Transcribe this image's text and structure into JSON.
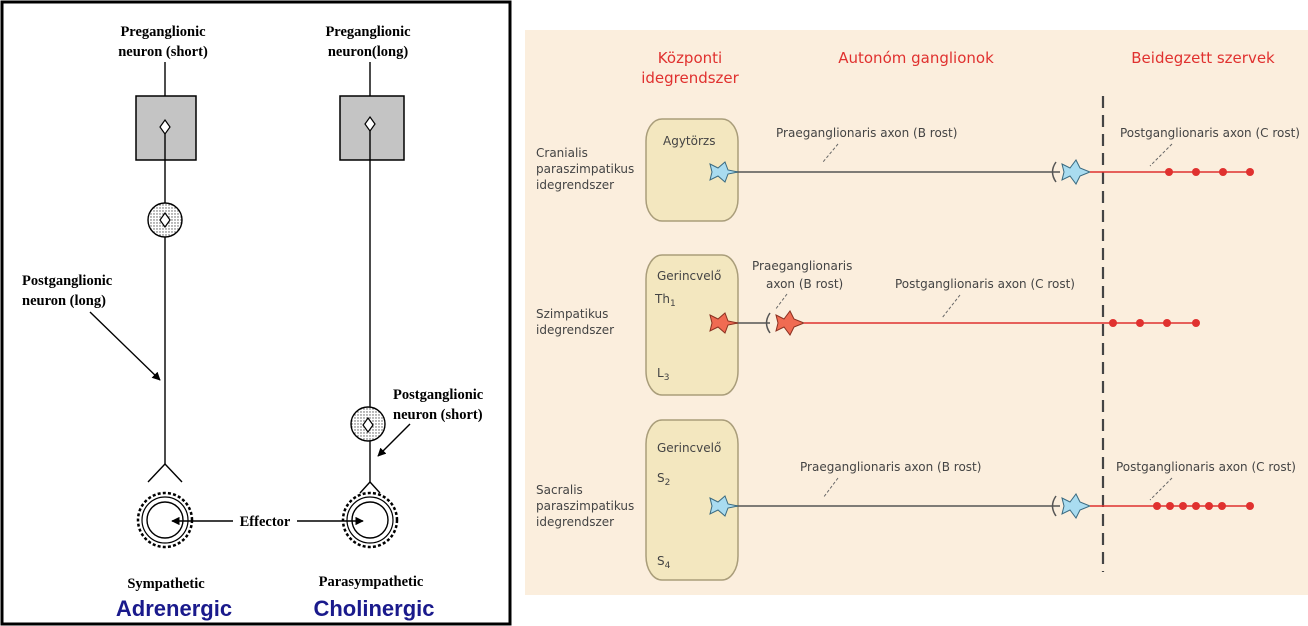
{
  "left_panel": {
    "pre_short": [
      "Preganglionic",
      "neuron (short)"
    ],
    "pre_long": [
      "Preganglionic",
      "neuron(long)"
    ],
    "post_long": [
      "Postganglionic",
      "neuron (long)"
    ],
    "post_short": [
      "Postganglionic",
      "neuron (short)"
    ],
    "effector": "Effector",
    "sympathetic": "Sympathetic",
    "parasympathetic": "Parasympathetic",
    "adrenergic": "Adrenergic",
    "cholinergic": "Cholinergic",
    "colors": {
      "box": "#c4c4c4",
      "accent": "#1a1a8c"
    }
  },
  "right_panel": {
    "headers": {
      "central": [
        "Központi",
        "idegrendszer"
      ],
      "ganglia": "Autonóm ganglionok",
      "organs": "Beidegzett szervek"
    },
    "rows": [
      {
        "system": [
          "Cranialis",
          "paraszimpatikus",
          "idegrendszer"
        ],
        "cns_labels": [
          "Agytörzs"
        ],
        "pre_axon": "Praeganglionaris axon (B rost)",
        "post_axon": "Postganglionaris axon (C rost)"
      },
      {
        "system": [
          "Szimpatikus",
          "idegrendszer"
        ],
        "cns_labels": [
          "Gerincvelő",
          "Th",
          "1",
          "L",
          "3"
        ],
        "pre_axon": [
          "Praeganglionaris",
          "axon (B rost)"
        ],
        "post_axon": "Postganglionaris axon (C rost)"
      },
      {
        "system": [
          "Sacralis",
          "paraszimpatikus",
          "idegrendszer"
        ],
        "cns_labels": [
          "Gerincvelő",
          "S",
          "2",
          "S",
          "4"
        ],
        "pre_axon": "Praeganglionaris axon (B rost)",
        "post_axon": "Postganglionaris axon (C rost)"
      }
    ],
    "colors": {
      "background": "#fbeedd",
      "cns_fill": "#f3e7bf",
      "para_neuron": "#a9dcf0",
      "symp_neuron": "#f06b52",
      "post_line": "#e0312f",
      "pre_line": "#555555"
    }
  }
}
